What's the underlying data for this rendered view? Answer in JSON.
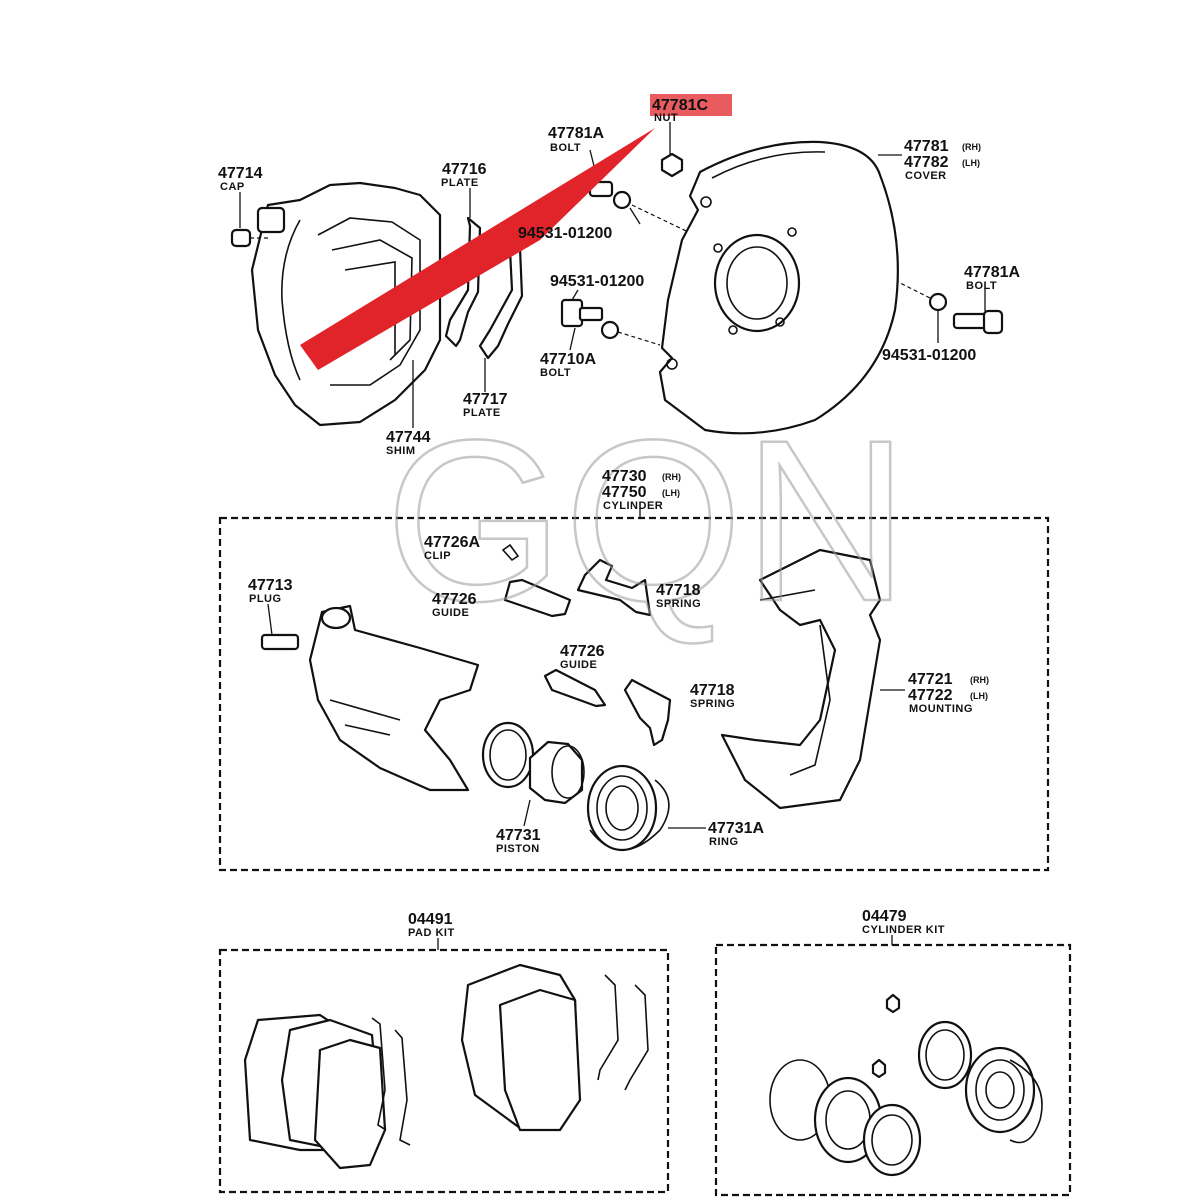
{
  "watermark": "GQN",
  "colors": {
    "highlight": "#e0242a",
    "ink": "#111111"
  },
  "callouts": {
    "p47781C": {
      "code": "47781C",
      "desc": "NUT"
    },
    "p47781A_top": {
      "code": "47781A",
      "desc": "BOLT"
    },
    "p47781": {
      "code": "47781",
      "rh": "(RH)"
    },
    "p47782": {
      "code": "47782",
      "lh": "(LH)",
      "desc": "COVER"
    },
    "p47714": {
      "code": "47714",
      "desc": "CAP"
    },
    "p47716": {
      "code": "47716",
      "desc": "PLATE"
    },
    "p94531_a": {
      "code": "94531-01200"
    },
    "p94531_b": {
      "code": "94531-01200"
    },
    "p94531_c": {
      "code": "94531-01200"
    },
    "p47781A_right": {
      "code": "47781A",
      "desc": "BOLT"
    },
    "p47710A": {
      "code": "47710A",
      "desc": "BOLT"
    },
    "p47717": {
      "code": "47717",
      "desc": "PLATE"
    },
    "p47744": {
      "code": "47744",
      "desc": "SHIM"
    },
    "p47730": {
      "code": "47730",
      "rh": "(RH)"
    },
    "p47750": {
      "code": "47750",
      "lh": "(LH)",
      "desc": "CYLINDER"
    },
    "p47726A": {
      "code": "47726A",
      "desc": "CLIP"
    },
    "p47718_a": {
      "code": "47718",
      "desc": "SPRING"
    },
    "p47726_a": {
      "code": "47726",
      "desc": "GUIDE"
    },
    "p47713": {
      "code": "47713",
      "desc": "PLUG"
    },
    "p47726_b": {
      "code": "47726",
      "desc": "GUIDE"
    },
    "p47718_b": {
      "code": "47718",
      "desc": "SPRING"
    },
    "p47721": {
      "code": "47721",
      "rh": "(RH)"
    },
    "p47722": {
      "code": "47722",
      "lh": "(LH)",
      "desc": "MOUNTING"
    },
    "p47731": {
      "code": "47731",
      "desc": "PISTON"
    },
    "p47731A": {
      "code": "47731A",
      "desc": "RING"
    },
    "p04491": {
      "code": "04491",
      "desc": "PAD KIT"
    },
    "p04479": {
      "code": "04479",
      "desc": "CYLINDER KIT"
    }
  }
}
